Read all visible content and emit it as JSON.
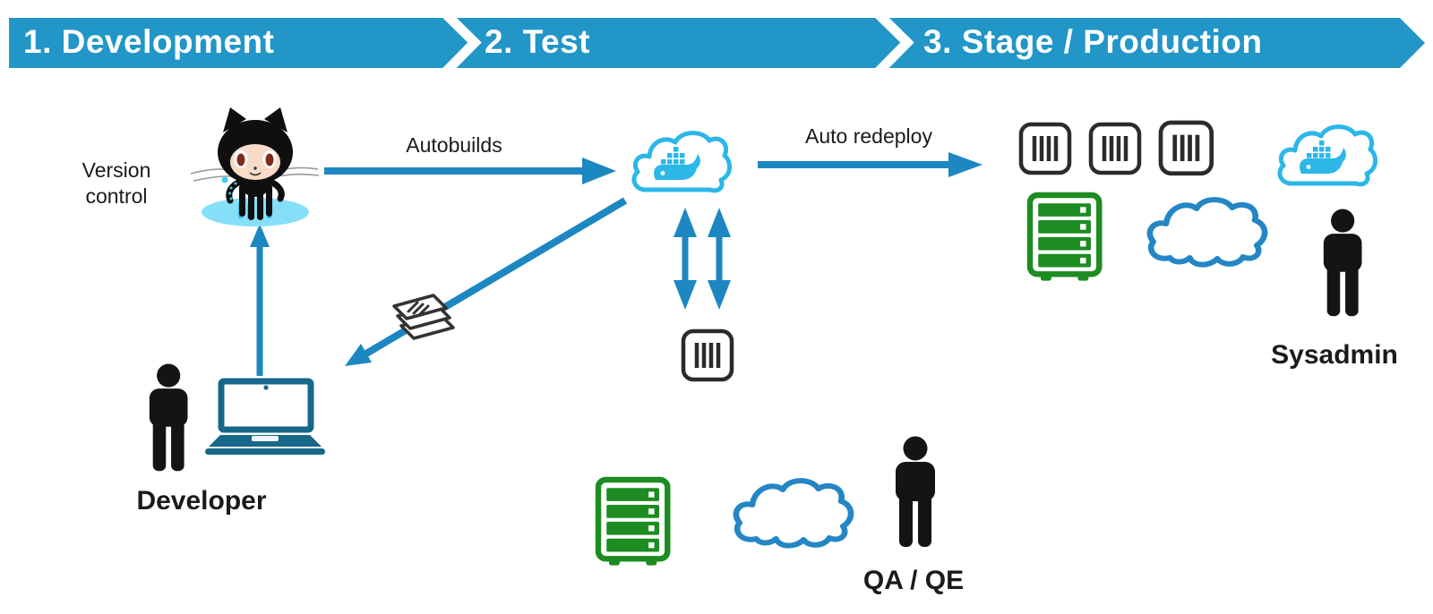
{
  "banner": {
    "color": "#2196c7",
    "text_color": "#ffffff",
    "sections": [
      {
        "label": "1. Development"
      },
      {
        "label": "2. Test"
      },
      {
        "label": "3. Stage / Production"
      }
    ]
  },
  "labels": {
    "version_control_line1": "Version",
    "version_control_line2": "control",
    "autobuilds": "Autobuilds",
    "auto_redeploy": "Auto redeploy",
    "developer": "Developer",
    "sysadmin": "Sysadmin",
    "qa_qe": "QA / QE"
  },
  "icons": [
    {
      "name": "github-octocat-icon",
      "depicts": "GitHub Octocat mascot standing on a blue puddle",
      "section": "Development"
    },
    {
      "name": "person-icon-developer",
      "depicts": "black person pictogram",
      "section": "Development"
    },
    {
      "name": "laptop-icon",
      "depicts": "teal outlined laptop",
      "section": "Development"
    },
    {
      "name": "files-icon",
      "depicts": "stack of three tilted document pages",
      "section": "Test"
    },
    {
      "name": "docker-cloud-icon-hub",
      "depicts": "cyan cloud with Docker whale (Docker Hub)",
      "section": "Test"
    },
    {
      "name": "container-icon",
      "depicts": "rounded square with four vertical bars (container)",
      "section": "Test"
    },
    {
      "name": "server-icon-qa",
      "depicts": "green server rack with four bays",
      "section": "Test"
    },
    {
      "name": "cloud-icon-qa",
      "depicts": "blue outlined cloud",
      "section": "Test"
    },
    {
      "name": "person-icon-qa",
      "depicts": "black person pictogram",
      "section": "Test"
    },
    {
      "name": "container-icon-x3",
      "depicts": "three container icons",
      "section": "Stage / Production"
    },
    {
      "name": "server-icon-stage",
      "depicts": "green server rack with four bays",
      "section": "Stage / Production"
    },
    {
      "name": "cloud-icon-stage",
      "depicts": "blue outlined cloud",
      "section": "Stage / Production"
    },
    {
      "name": "docker-cloud-icon-right",
      "depicts": "cyan cloud with Docker whale",
      "section": "Stage / Production"
    },
    {
      "name": "person-icon-sysadmin",
      "depicts": "black person pictogram",
      "section": "Stage / Production"
    }
  ],
  "edges": [
    {
      "from": "laptop",
      "to": "octocat",
      "label": "",
      "direction": "up"
    },
    {
      "from": "octocat",
      "to": "docker-hub-cloud",
      "label": "Autobuilds",
      "direction": "right"
    },
    {
      "from": "docker-hub-cloud",
      "to": "files-laptop",
      "label": "",
      "direction": "down-left"
    },
    {
      "from": "docker-hub-cloud",
      "to": "container",
      "label": "",
      "direction": "both",
      "count": 2
    },
    {
      "from": "docker-hub-cloud",
      "to": "stage-containers",
      "label": "Auto redeploy",
      "direction": "right"
    }
  ],
  "colors": {
    "banner_blue": "#2196c7",
    "arrow_blue": "#1d87c2",
    "docker_cyan": "#2bb7e8",
    "cloud_outline_blue": "#2486c4",
    "server_green": "#1d8c21",
    "icon_dark": "#2b2b2b",
    "laptop_teal": "#17678a",
    "figure_black": "#141414"
  }
}
